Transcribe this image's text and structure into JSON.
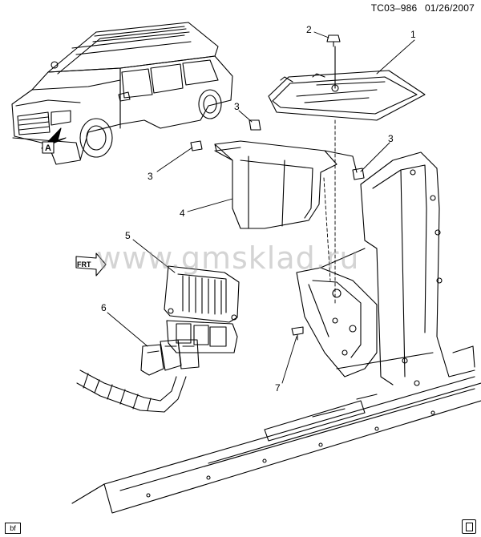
{
  "header": {
    "code": "TC03–986",
    "date": "01/26/2007"
  },
  "watermark": "www.gmsklad.ru",
  "callouts": [
    "1",
    "2",
    "3",
    "3",
    "3",
    "4",
    "5",
    "6",
    "7"
  ],
  "view_marker": "A",
  "front_label": "FRT",
  "corner_tag": "bf",
  "colors": {
    "line": "#000000",
    "background": "#ffffff",
    "watermark": "#a0a0a0"
  }
}
